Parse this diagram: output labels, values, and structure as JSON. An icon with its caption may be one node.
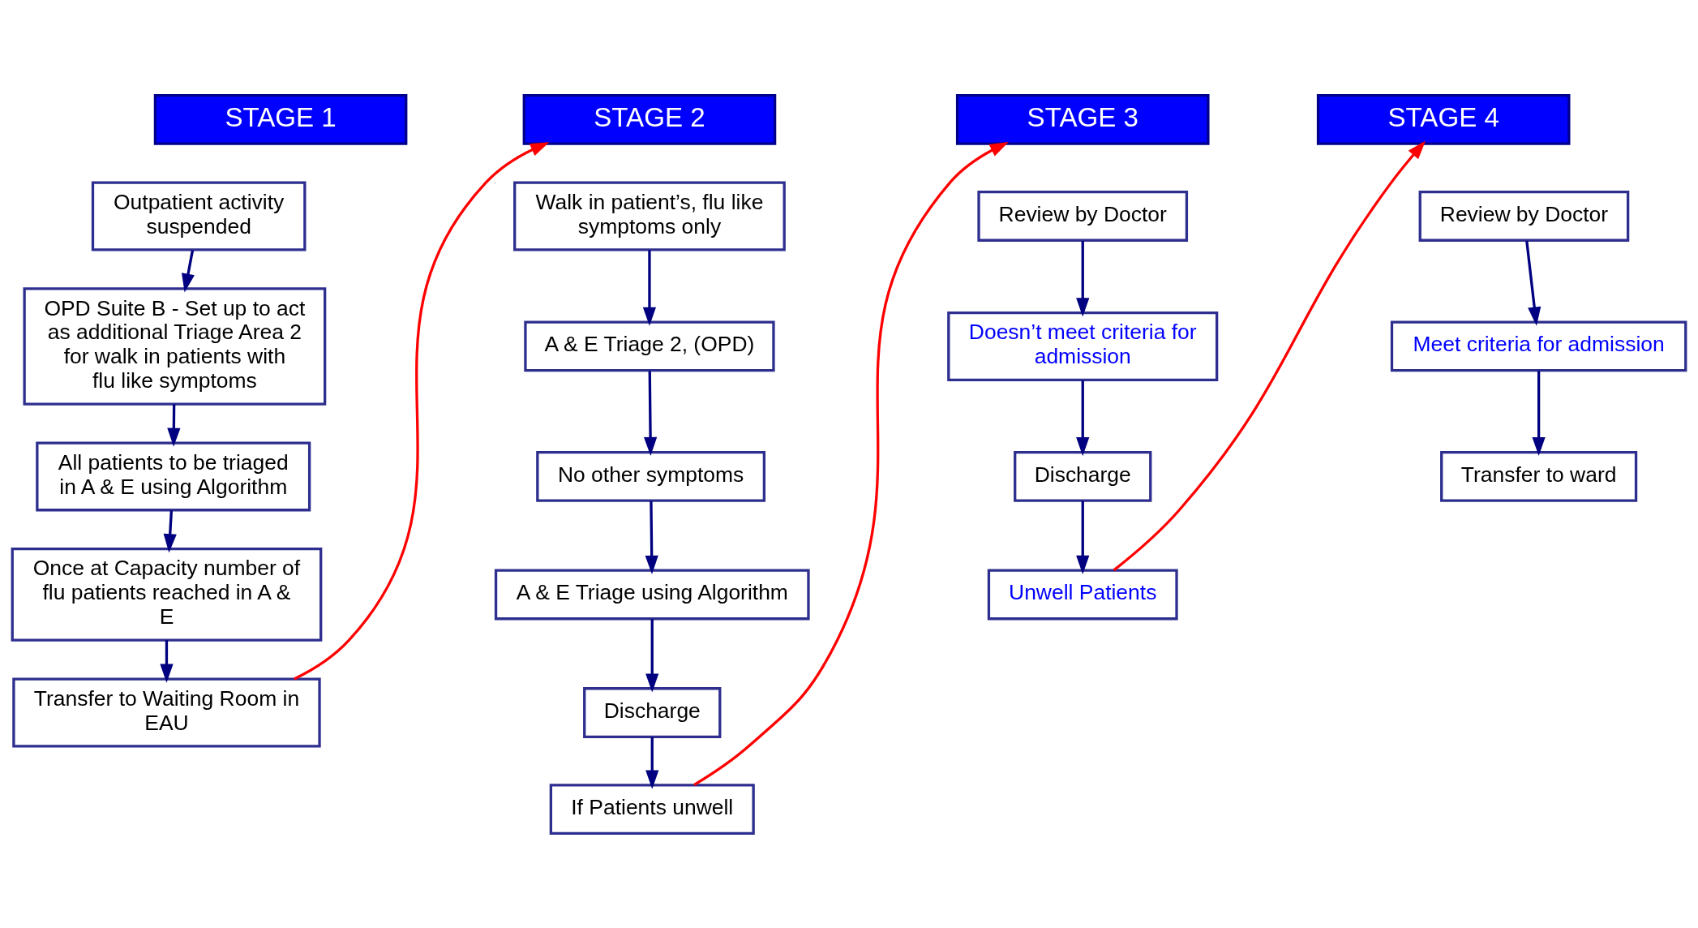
{
  "diagram": {
    "nodes": [
      {
        "text": [
          "STAGE 1"
        ]
      },
      {
        "text": [
          "Outpatient activity suspended"
        ]
      },
      {
        "text": [
          "OPD Suite B - Set up to act as additional Triage Area 2 for walk in patients with flu like symptoms"
        ]
      },
      {
        "text": [
          "All patients to be triaged in A & E using Algorithm"
        ]
      },
      {
        "text": [
          "Once at Capacity number of flu patients reached in A & E"
        ]
      },
      {
        "text": [
          "Transfer to Waiting Room in EAU"
        ]
      },
      {
        "text": [
          "STAGE 2"
        ]
      },
      {
        "text": [
          "Walk in patient’s, flu like symptoms only"
        ]
      },
      {
        "text": [
          "A & E Triage 2, (OPD)"
        ]
      },
      {
        "text": [
          "No other symptoms"
        ]
      },
      {
        "text": [
          "A & E Triage using Algorithm"
        ]
      },
      {
        "text": [
          "Discharge"
        ]
      },
      {
        "text": [
          "If Patients unwell"
        ]
      },
      {
        "text": [
          "STAGE 3"
        ]
      },
      {
        "text": [
          "Review by Doctor"
        ]
      },
      {
        "text": [
          "Doesn’t meet criteria for admission"
        ]
      },
      {
        "text": [
          "Discharge"
        ]
      },
      {
        "text": [
          "Unwell Patients"
        ]
      },
      {
        "text": [
          "STAGE 4"
        ]
      },
      {
        "text": [
          "Review by Doctor"
        ]
      },
      {
        "text": [
          "Meet criteria for admission"
        ]
      },
      {
        "text": [
          "Transfer to ward"
        ]
      }
    ],
    "edges": [
      {
        "from": 1,
        "to": 2,
        "arrow": "to"
      },
      {
        "from": 2,
        "to": 3,
        "arrow": "to"
      },
      {
        "from": 3,
        "to": 4,
        "arrow": "to"
      },
      {
        "from": 4,
        "to": 5,
        "arrow": "to"
      },
      {
        "from": 5,
        "to": 6,
        "arrow": "to",
        "color": "#ff0000"
      },
      {
        "from": 7,
        "to": 8,
        "arrow": "to"
      },
      {
        "from": 8,
        "to": 9,
        "arrow": "to"
      },
      {
        "from": 9,
        "to": 10,
        "arrow": "to"
      },
      {
        "from": 10,
        "to": 11,
        "arrow": "to"
      },
      {
        "from": 11,
        "to": 12,
        "arrow": "to"
      },
      {
        "from": 12,
        "to": 13,
        "arrow": "to",
        "color": "#ff0000"
      },
      {
        "from": 14,
        "to": 15,
        "arrow": "to"
      },
      {
        "from": 15,
        "to": 16,
        "arrow": "to"
      },
      {
        "from": 16,
        "to": 17,
        "arrow": "to"
      },
      {
        "from": 17,
        "to": 18,
        "arrow": "to",
        "color": "#ff0000"
      },
      {
        "from": 19,
        "to": 20,
        "arrow": "to"
      },
      {
        "from": 20,
        "to": 21,
        "arrow": "to"
      }
    ]
  }
}
